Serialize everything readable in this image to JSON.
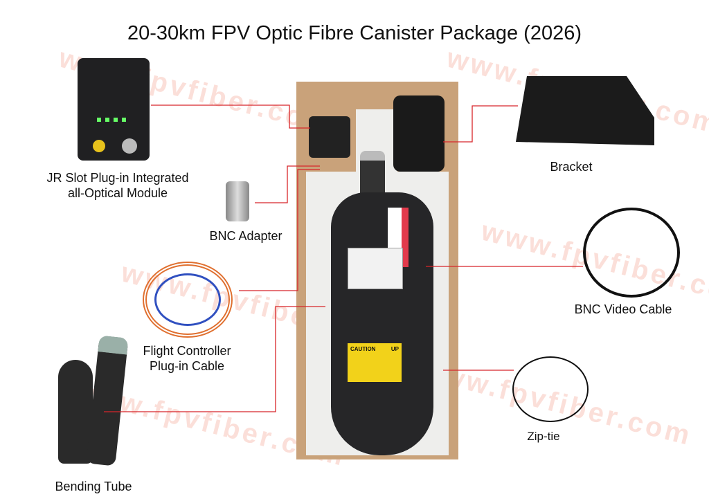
{
  "title": "20-30km FPV Optic Fibre Canister Package (2026)",
  "labels": {
    "module": [
      "JR Slot Plug-in Integrated",
      "all-Optical Module"
    ],
    "bnc_adapter": "BNC Adapter",
    "fc_cable": [
      "Flight Controller",
      "Plug-in Cable"
    ],
    "bending_tube": "Bending Tube",
    "bracket": "Bracket",
    "bnc_video": "BNC Video Cable",
    "zip_tie": "Zip-tie"
  },
  "watermark": "www.fpvfiber.com",
  "canister": {
    "caution": "CAUTION",
    "up": "UP"
  },
  "colors": {
    "leader": "#d8252a",
    "watermark": "#f08c78",
    "box": "#c9a27a"
  }
}
